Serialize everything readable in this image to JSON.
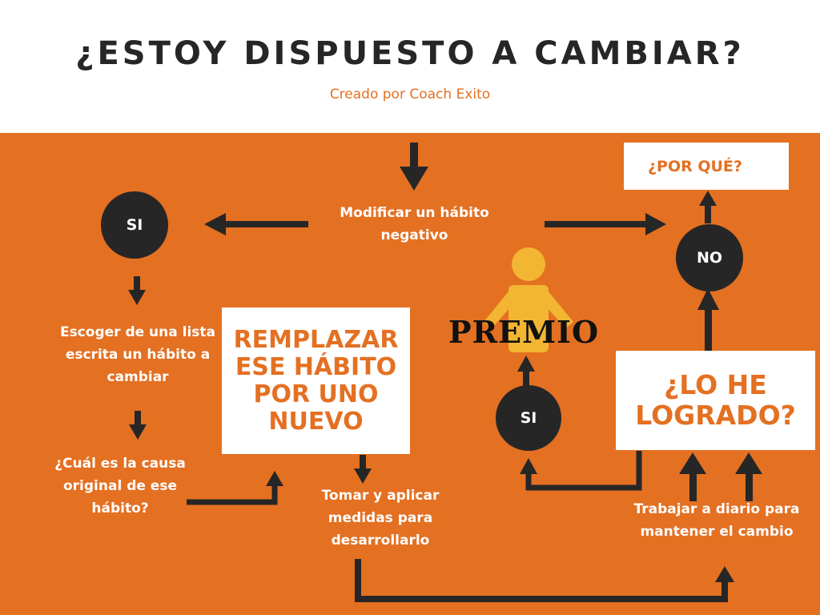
{
  "header": {
    "title": "¿ESTOY DISPUESTO A CAMBIAR?",
    "subtitle": "Creado por Coach Exito"
  },
  "colors": {
    "background": "#e47022",
    "dark": "#262626",
    "accent": "#f2b632"
  },
  "nodes": {
    "start": "Modificar un hábito negativo",
    "si_left": "SI",
    "escoger": "Escoger de una lista escrita un hábito a cambiar",
    "causa": "¿Cuál es la causa original de ese hábito?",
    "remplazar": "REMPLAZAR ESE HÁBITO POR UNO NUEVO",
    "tomar": "Tomar y aplicar medidas para desarrollarlo",
    "trabajar": "Trabajar a diario para mantener el cambio",
    "logrado": "¿LO HE LOGRADO?",
    "si_right": "SI",
    "premio": "PREMIO",
    "no": "NO",
    "porque": "¿POR QUÉ?"
  }
}
